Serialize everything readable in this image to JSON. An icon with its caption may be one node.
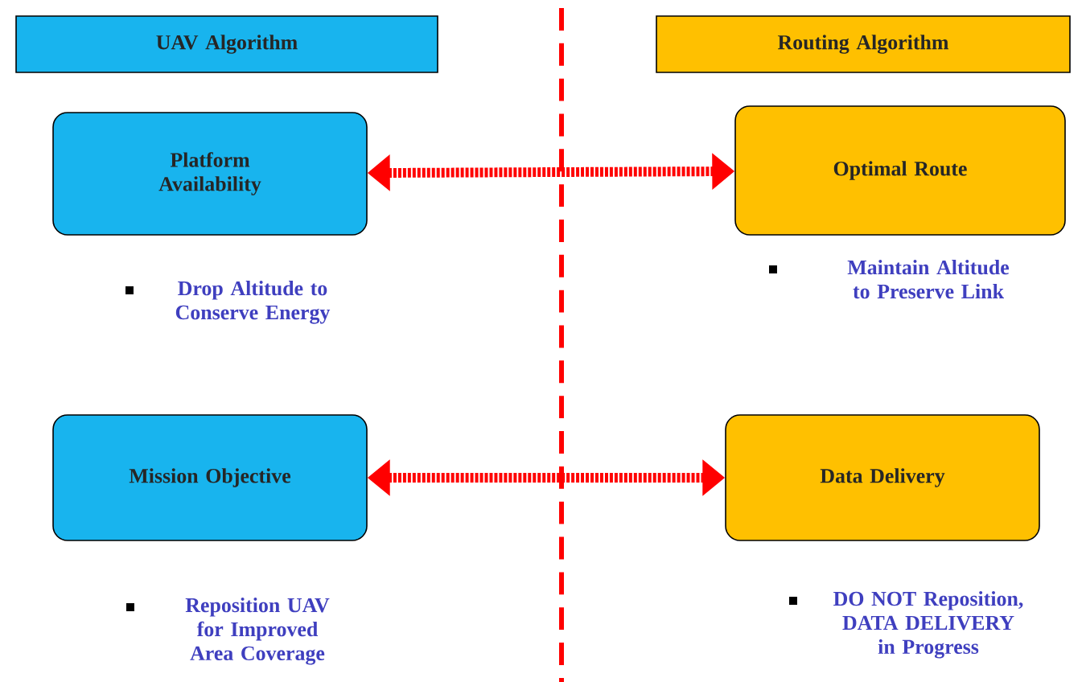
{
  "diagram": {
    "nodes": [
      {
        "text": [
          "UAV  Algorithm"
        ]
      },
      {
        "text": [
          "Routing Algorithm"
        ]
      },
      {
        "text": [
          "Platform Availability"
        ],
        "beside": [
          "Drop Altitude to Conserve Energy"
        ]
      },
      {
        "text": [
          "Optimal Route"
        ],
        "beside": [
          "Maintain Altitude to Preserve Link"
        ]
      },
      {
        "text": [
          "Mission Objective"
        ],
        "beside": [
          "Reposition UAV for Improved Area Coverage"
        ]
      },
      {
        "text": [
          "Data Delivery"
        ],
        "beside": [
          "DO NOT Reposition, DATA DELIVERY in Progress"
        ]
      }
    ],
    "edges": [
      {
        "from": 2,
        "to": 3,
        "arrow": "both",
        "style": "dashed",
        "color": "#ff0000"
      },
      {
        "from": 4,
        "to": 5,
        "arrow": "both",
        "style": "dashed",
        "color": "#ff0000"
      }
    ]
  }
}
